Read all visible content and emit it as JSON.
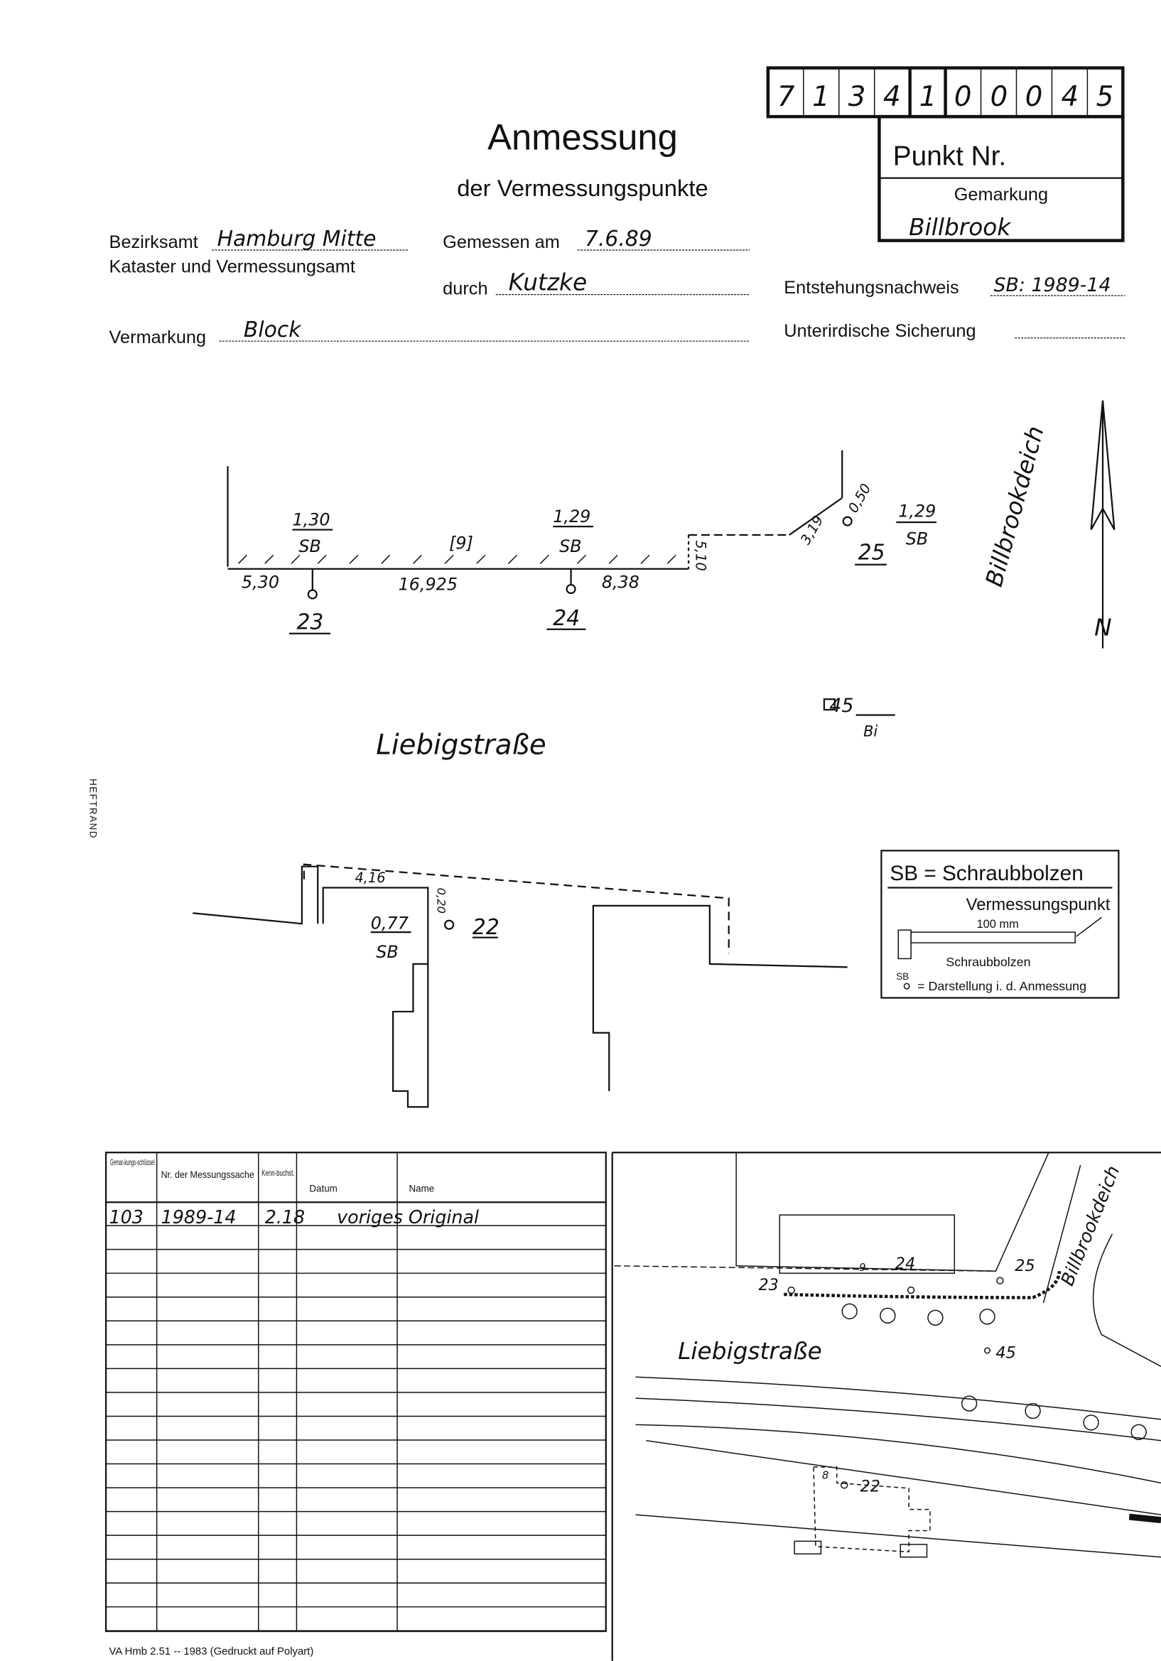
{
  "header": {
    "title": "Anmessung",
    "subtitle": "der Vermessungspunkte",
    "point_digits": [
      "7",
      "1",
      "3",
      "4",
      "1",
      "0",
      "0",
      "0",
      "4",
      "5"
    ],
    "punkt_nr_label": "Punkt Nr.",
    "gemarkung_label": "Gemarkung",
    "gemarkung_value": "Billbrook"
  },
  "form": {
    "bezirksamt_label": "Bezirksamt",
    "bezirksamt_value": "Hamburg Mitte",
    "kataster_label": "Kataster und Vermessungsamt",
    "gemessen_label": "Gemessen am",
    "gemessen_value": "7.6.89",
    "durch_label": "durch",
    "durch_value": "Kutzke",
    "vermarkung_label": "Vermarkung",
    "vermarkung_value": "Block",
    "entstehung_label": "Entstehungsnachweis",
    "entstehung_value": "SB: 1989-14",
    "sicherung_label": "Unterirdische Sicherung",
    "sicherung_value": ""
  },
  "sketch": {
    "labels": {
      "d130": "1,30",
      "sb1": "SB",
      "parcel9": "[9]",
      "d129a": "1,29",
      "sb2": "SB",
      "d530": "5,30",
      "d16925": "16,925",
      "d838": "8,38",
      "p23": "23",
      "p24": "24",
      "d510": "5,10",
      "d319": "3,19",
      "d050": "0,50",
      "p25": "25",
      "d129b": "1,29",
      "sb3": "SB",
      "street_east": "Billbrookdeich",
      "north": "N",
      "p45": "45",
      "bi": "Bi",
      "street_main": "Liebigstraße",
      "d416": "4,16",
      "d077": "0,77",
      "sb4": "SB",
      "d020": "0,20",
      "p22": "22"
    },
    "margin_label": "HEFTRAND"
  },
  "legend": {
    "title": "SB = Schraubbolzen",
    "vermessungspunkt": "Vermessungspunkt",
    "length": "100 mm",
    "schraubbolzen": "Schraubbolzen",
    "symbol_sb": "SB",
    "darstellung": "= Darstellung i. d. Anmessung"
  },
  "table": {
    "headers": [
      "Gemar-kungs-schlüssel",
      "Nr. der Messungssache",
      "Kenn-buchst.",
      "Datum",
      "Name"
    ],
    "rows": [
      [
        "103",
        "1989-14",
        "",
        "2.18",
        "voriges Original"
      ]
    ]
  },
  "map": {
    "labels": {
      "p23": "23",
      "p9": "9",
      "p24": "24",
      "p25": "25",
      "street_east": "Billbrookdeich",
      "street_main": "Liebigstraße",
      "p45": "45",
      "p8": "8",
      "p22": "22"
    }
  },
  "footer": "VA Hmb 2.51 -- 1983 (Gedruckt auf Polyart)"
}
